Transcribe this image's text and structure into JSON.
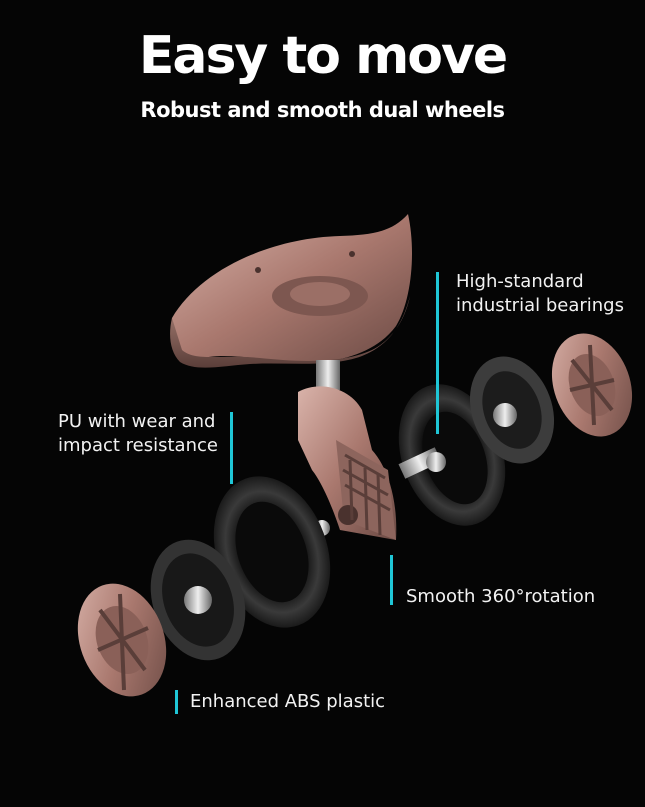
{
  "header": {
    "title": "Easy to move",
    "subtitle": "Robust and smooth dual wheels"
  },
  "callouts": {
    "bearings_line1": "High-standard",
    "bearings_line2": "industrial bearings",
    "pu_line1": "PU with wear and",
    "pu_line2": "impact resistance",
    "rotation": "Smooth 360°rotation",
    "abs": "Enhanced ABS plastic"
  },
  "colors": {
    "background": "#050505",
    "accent_line": "#1fc6d6",
    "rose_gold": "#b98a80",
    "rubber": "#2a2a2a"
  }
}
